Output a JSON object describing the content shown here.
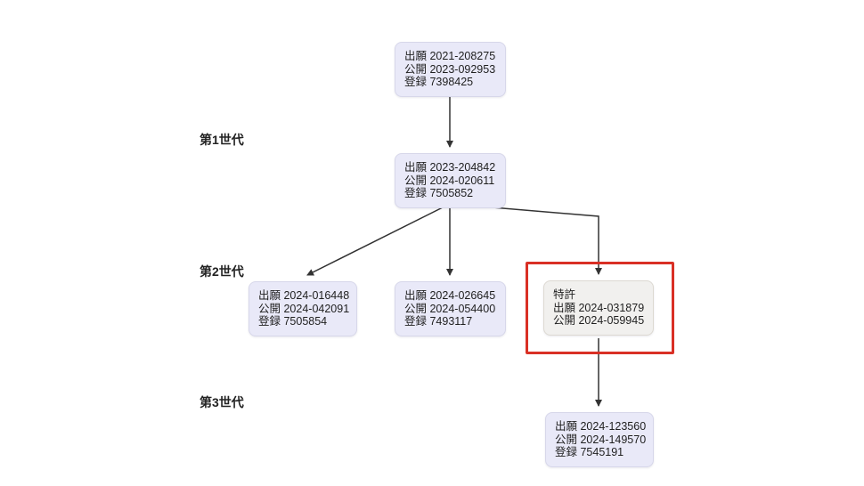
{
  "generation_labels": [
    "第1世代",
    "第2世代",
    "第3世代"
  ],
  "nodes": {
    "root": {
      "lines": [
        "出願 2021-208275",
        "公開 2023-092953",
        "登録 7398425"
      ]
    },
    "gen1": {
      "lines": [
        "出願 2023-204842",
        "公開 2024-020611",
        "登録 7505852"
      ]
    },
    "gen2_left": {
      "lines": [
        "出願 2024-016448",
        "公開 2024-042091",
        "登録 7505854"
      ]
    },
    "gen2_middle": {
      "lines": [
        "出願 2024-026645",
        "公開 2024-054400",
        "登録 7493117"
      ]
    },
    "gen2_right": {
      "lines": [
        "特許",
        "出願 2024-031879",
        "公開 2024-059945"
      ]
    },
    "gen3": {
      "lines": [
        "出願 2024-123560",
        "公開 2024-149570",
        "登録 7545191"
      ]
    }
  },
  "colors": {
    "node_bg": "#e9e9f8",
    "node_border": "#d7d7ea",
    "highlight_bg": "#f1f0ee",
    "highlight_border": "#ddd9d2",
    "annotation_red": "#d93025",
    "arrow": "#333333"
  }
}
